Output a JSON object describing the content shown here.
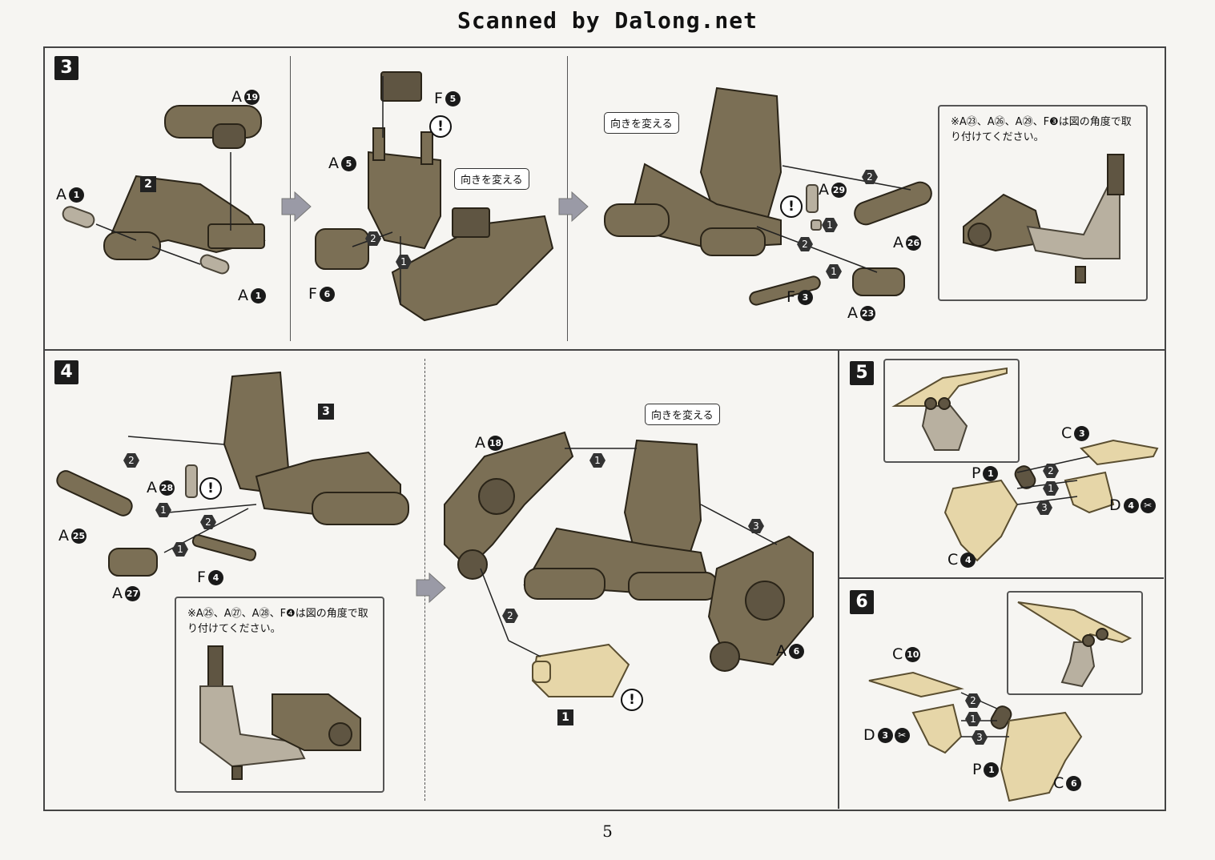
{
  "header": {
    "scan_credit": "Scanned by Dalong.net"
  },
  "page_number": "5",
  "steps": {
    "s3": {
      "num": "3",
      "chip": "2",
      "labels": {
        "a19": "A",
        "a19n": "19",
        "a1a": "A",
        "a1an": "1",
        "a1b": "A",
        "a1bn": "1",
        "f5": "F",
        "f5n": "5",
        "a5": "A",
        "a5n": "5",
        "f6": "F",
        "f6n": "6",
        "a29": "A",
        "a29n": "29",
        "a26": "A",
        "a26n": "26",
        "f3": "F",
        "f3n": "3",
        "a23": "A",
        "a23n": "23"
      },
      "callout1": "向きを変える",
      "callout2": "向きを変える",
      "note": "※A㉓、A㉖、A㉙、F❸は図の角度で取り付けてください。"
    },
    "s4": {
      "num": "4",
      "chip": "3",
      "chip2": "1",
      "labels": {
        "a28": "A",
        "a28n": "28",
        "a25": "A",
        "a25n": "25",
        "f4": "F",
        "f4n": "4",
        "a27": "A",
        "a27n": "27",
        "a18": "A",
        "a18n": "18",
        "a6": "A",
        "a6n": "6"
      },
      "callout": "向きを変える",
      "note": "※A㉕、A㉗、A㉘、F❹は図の角度で取り付けてください。"
    },
    "s5": {
      "num": "5",
      "labels": {
        "c3": "C",
        "c3n": "3",
        "p1": "P",
        "p1n": "1",
        "d4": "D",
        "d4n": "4",
        "c4": "C",
        "c4n": "4"
      }
    },
    "s6": {
      "num": "6",
      "labels": {
        "c10": "C",
        "c10n": "10",
        "d3": "D",
        "d3n": "3",
        "p1": "P",
        "p1n": "1",
        "c6": "C",
        "c6n": "6"
      }
    }
  },
  "order": [
    "1",
    "2",
    "3"
  ],
  "warn": "!",
  "tool_icon": "nipper-icon"
}
